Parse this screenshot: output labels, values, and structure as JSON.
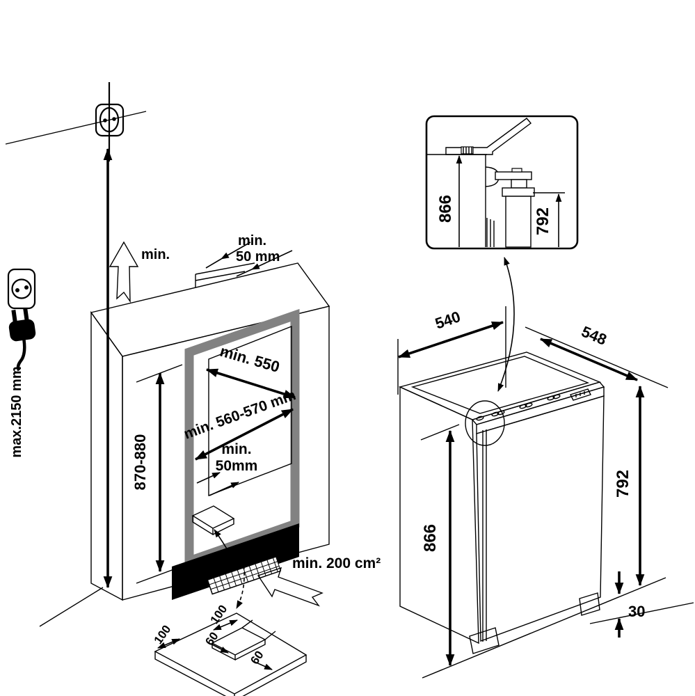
{
  "diagram": {
    "left": {
      "max_socket_height": "max.2150 mm",
      "lift_label": "min.",
      "top_gap_line1": "min.",
      "top_gap_line2": "50 mm",
      "niche_depth": "min. 550",
      "niche_width": "min. 560-570 mm",
      "rear_gap_line1": "min.",
      "rear_gap_line2": "50mm",
      "niche_height": "870-880",
      "vent_area": "min. 200 cm²",
      "plate": {
        "edge_a": "100",
        "edge_b": "100",
        "notch_a": "60",
        "notch_b": "60"
      }
    },
    "right": {
      "detail_total_height": "866",
      "detail_hinge_height": "792",
      "depth": "540",
      "width": "548",
      "total_height": "866",
      "hinge_height": "792",
      "foot_gap": "30"
    }
  }
}
